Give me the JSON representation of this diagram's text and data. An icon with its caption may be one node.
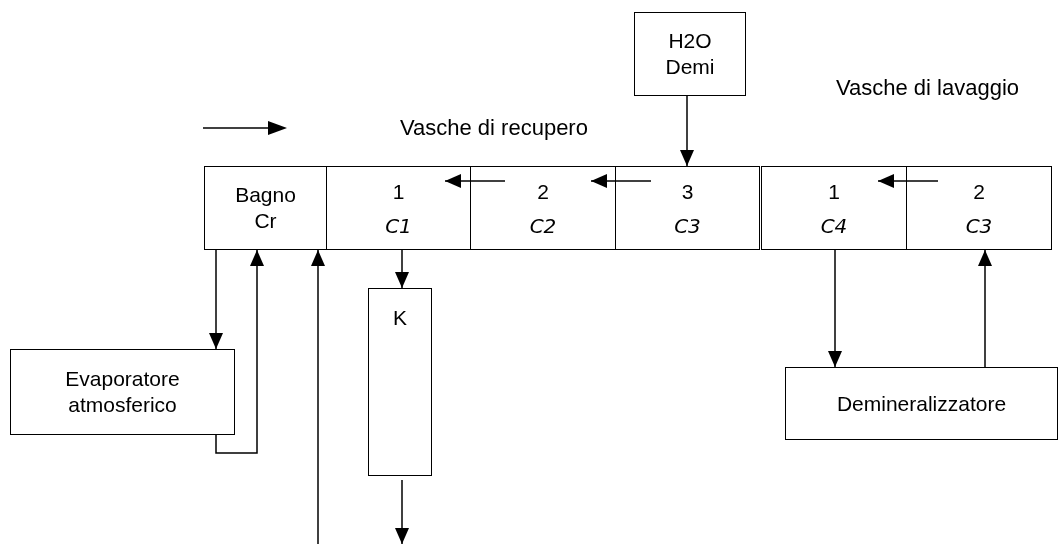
{
  "diagram": {
    "nodes": [
      {
        "text": [
          "Bagno Cr"
        ]
      },
      {
        "text": [
          "1",
          "C1"
        ]
      },
      {
        "text": [
          "2",
          "C2"
        ]
      },
      {
        "text": [
          "3",
          "C3"
        ]
      },
      {
        "text": [
          "1",
          "C4"
        ]
      },
      {
        "text": [
          "2",
          "C3"
        ]
      },
      {
        "text": [
          "H2O Demi"
        ]
      },
      {
        "text": [
          "K"
        ]
      },
      {
        "text": [
          "Evaporatore atmosferico"
        ]
      },
      {
        "text": [
          "Demineralizzatore"
        ]
      }
    ],
    "edges": [
      {
        "from": 6,
        "to": 3,
        "arrow": "to"
      },
      {
        "from": 3,
        "to": 2,
        "arrow": "to"
      },
      {
        "from": 2,
        "to": 1,
        "arrow": "to"
      },
      {
        "from": 5,
        "to": 4,
        "arrow": "to"
      },
      {
        "from": 1,
        "to": 7,
        "arrow": "to"
      },
      {
        "from": 7,
        "to": null,
        "arrow": "to"
      },
      {
        "from": 0,
        "to": 8,
        "arrow": "to"
      },
      {
        "from": 8,
        "to": 0,
        "arrow": "to"
      },
      {
        "from": null,
        "to": 0,
        "arrow": "to"
      },
      {
        "from": 4,
        "to": 9,
        "arrow": "to"
      },
      {
        "from": 9,
        "to": 5,
        "arrow": "to"
      }
    ],
    "labels": [
      "Vasche di lavaggio",
      "Vasche di recupero"
    ]
  }
}
